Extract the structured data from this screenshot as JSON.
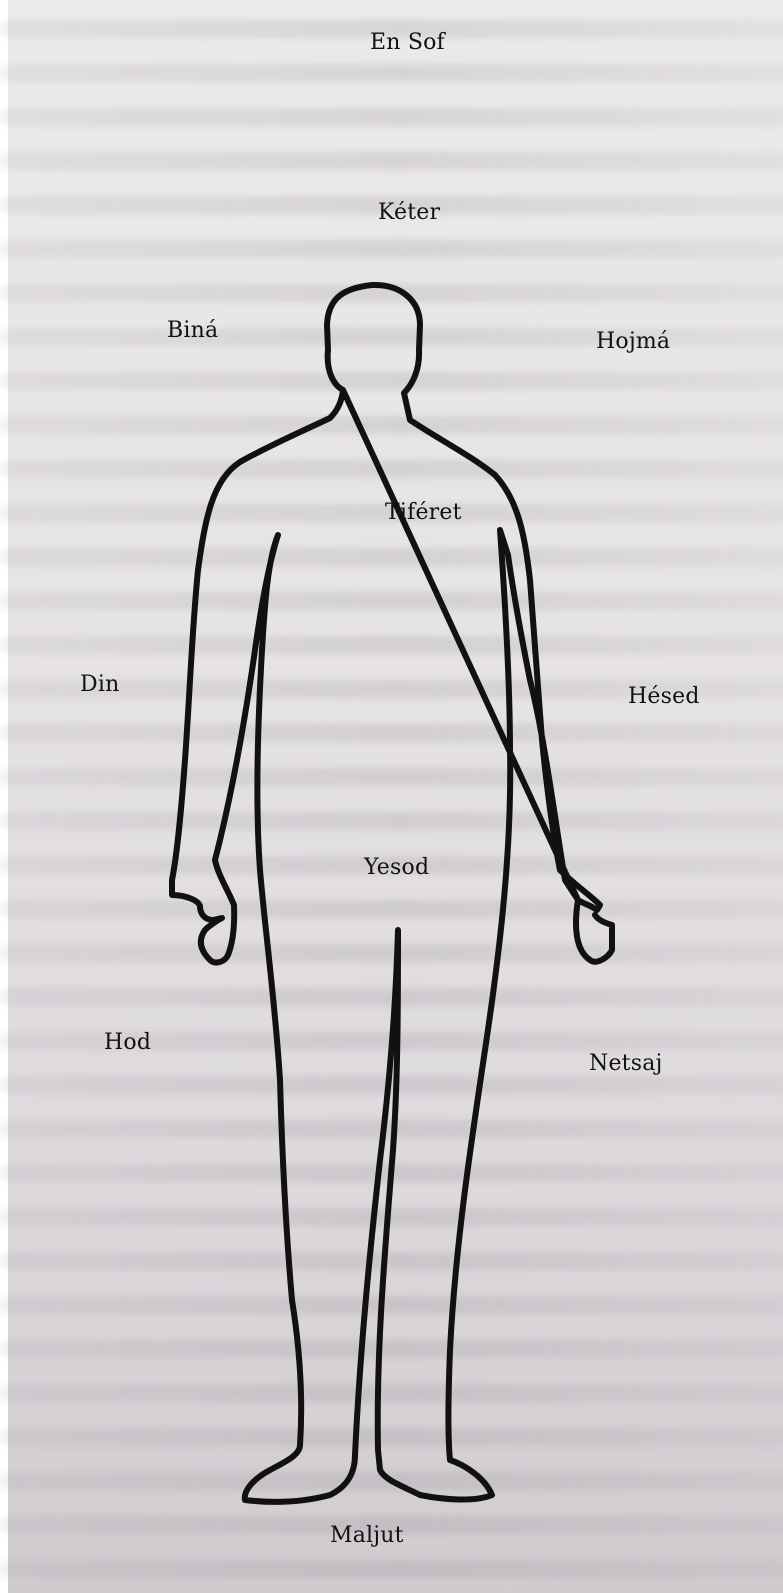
{
  "diagram": {
    "labels": {
      "en_sof": "En Sof",
      "keter": "Kéter",
      "bina": "Biná",
      "hojma": "Hojmá",
      "tiferet": "Tiféret",
      "din": "Din",
      "hesed": "Hésed",
      "yesod": "Yesod",
      "hod": "Hod",
      "netsaj": "Netsaj",
      "maljut": "Maljut"
    },
    "figure": "human-body-outline"
  },
  "colors": {
    "outline": "#111111",
    "paper": "#e6e3e6",
    "text": "#111111"
  }
}
